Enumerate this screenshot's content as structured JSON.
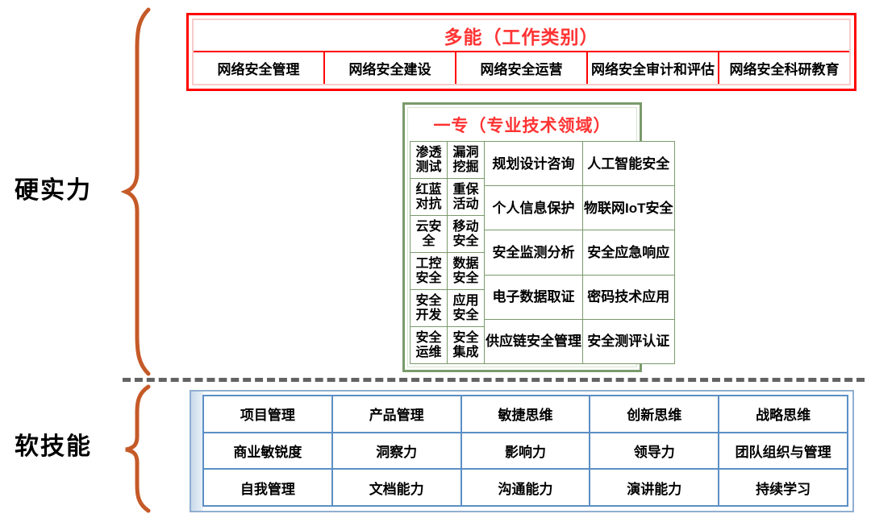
{
  "side_labels": {
    "hard": "硬实力",
    "soft": "软技能"
  },
  "colors": {
    "red_border": "#FF0000",
    "red_title_text": "#FF3333",
    "green_border": "#7A9A6B",
    "blue_border": "#5B8FC4",
    "brace": "#C55A28",
    "divider": "#636363"
  },
  "red_group": {
    "title": "多能（工作类别）",
    "cells": [
      "网络安全管理",
      "网络安全建设",
      "网络安全运营",
      "网络安全审计和评估",
      "网络安全科研教育"
    ]
  },
  "green_group": {
    "title": "一专（专业技术领域）",
    "narrow_col_1": [
      "渗透测试",
      "红蓝对抗",
      "云安全",
      "工控安全",
      "安全开发",
      "安全运维"
    ],
    "narrow_col_2": [
      "漏洞挖掘",
      "重保活动",
      "移动安全",
      "数据安全",
      "应用安全",
      "安全集成"
    ],
    "wide_col_1": [
      "规划设计咨询",
      "个人信息保护",
      "安全监测分析",
      "电子数据取证",
      "供应链安全管理"
    ],
    "wide_col_2": [
      "人工智能安全",
      "物联网IoT安全",
      "安全应急响应",
      "密码技术应用",
      "安全测评认证"
    ]
  },
  "blue_group": {
    "rows": [
      [
        "项目管理",
        "产品管理",
        "敏捷思维",
        "创新思维",
        "战略思维"
      ],
      [
        "商业敏锐度",
        "洞察力",
        "影响力",
        "领导力",
        "团队组织与管理"
      ],
      [
        "自我管理",
        "文档能力",
        "沟通能力",
        "演讲能力",
        "持续学习"
      ]
    ]
  }
}
